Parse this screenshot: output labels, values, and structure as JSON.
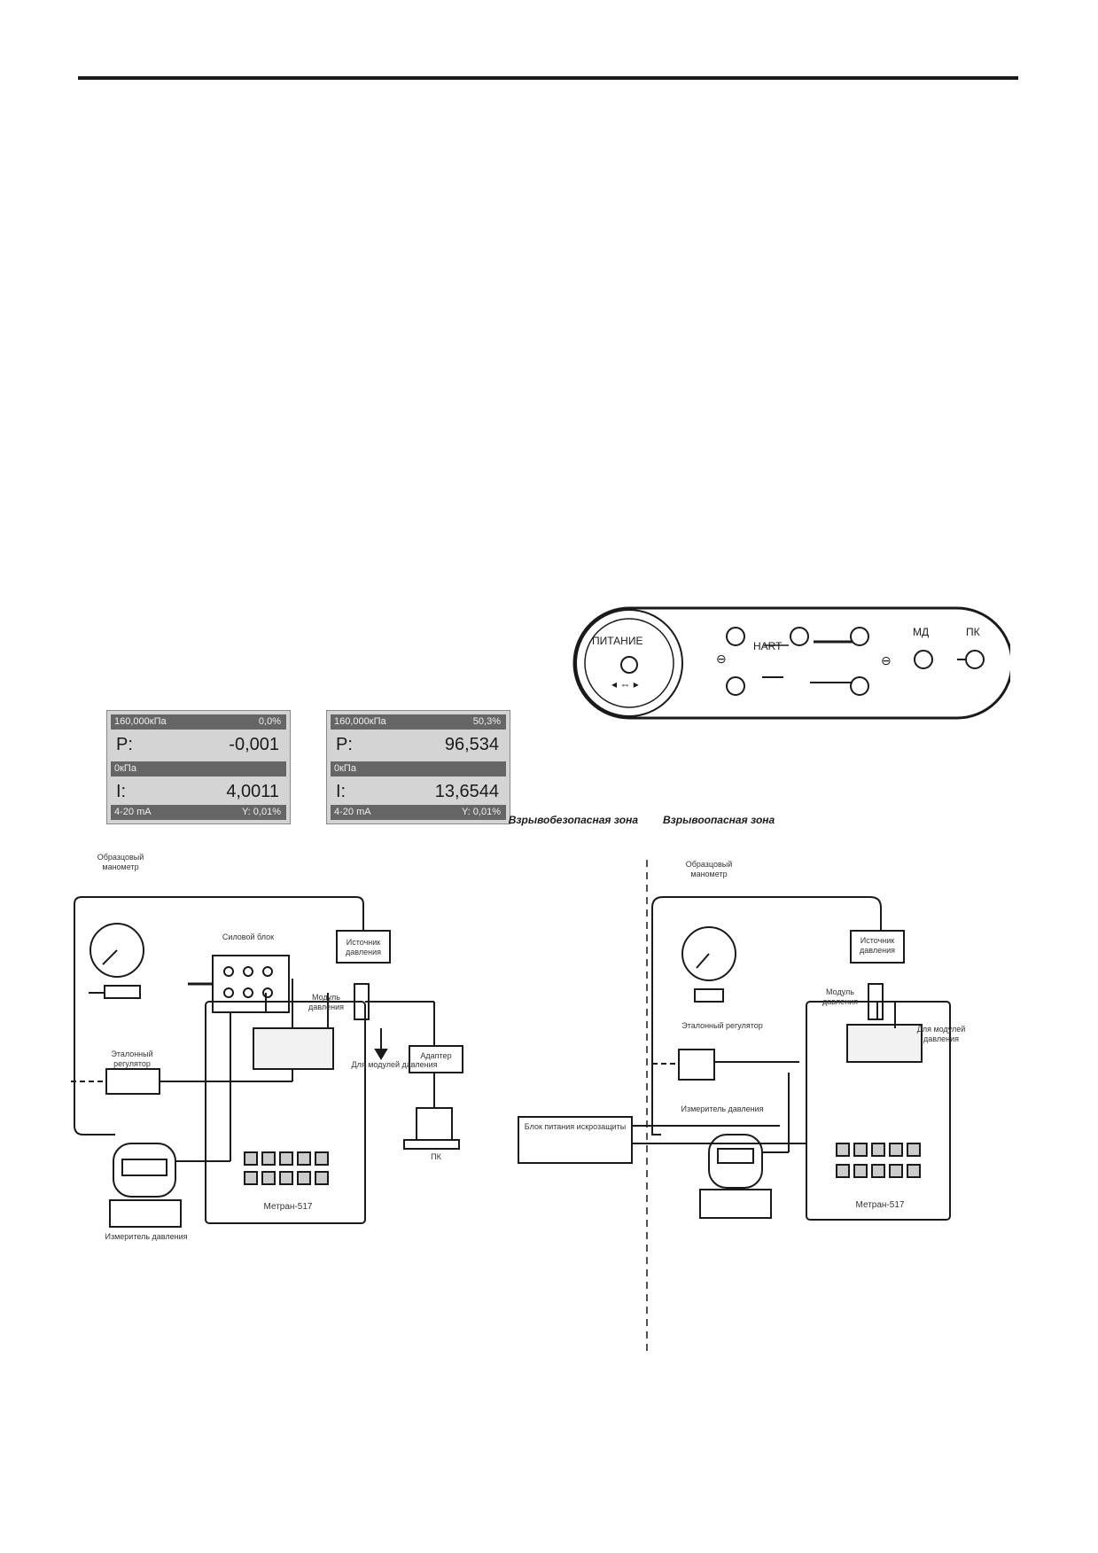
{
  "panel": {
    "power_label": "ПИТАНИЕ",
    "hart_label": "HART",
    "md_label": "МД",
    "pk_label": "ПК"
  },
  "lcd_left": {
    "range": "160,000кПа",
    "percent": "0,0%",
    "p_label": "P:",
    "p_value": "-0,001",
    "zero": "0кПа",
    "i_label": "I:",
    "i_value": "4,0011",
    "mode": "4-20 mA",
    "y": "Y:  0,01%"
  },
  "lcd_right": {
    "range": "160,000кПа",
    "percent": "50,3%",
    "p_label": "P:",
    "p_value": "96,534",
    "zero": "0кПа",
    "i_label": "I:",
    "i_value": "13,6544",
    "mode": "4-20 mA",
    "y": "Y:  0,01%"
  },
  "zones": {
    "safe": "Взрывобезопасная зона",
    "hazard": "Взрывоопасная зона"
  },
  "left_diagram": {
    "manometer": "Образцовый манометр",
    "switch_block": "Силовой блок",
    "source": "Источник давления",
    "module": "Модуль давления",
    "arrow_note": "Для модулей давления",
    "regulator": "Эталонный регулятор",
    "sensor": "Измеритель давления",
    "device": "Метран-517",
    "adapter": "Адаптер",
    "pc": "ПК"
  },
  "right_diagram": {
    "manometer": "Образцовый манометр",
    "source": "Источник давления",
    "module": "Модуль давления",
    "arrow_note": "Для модулей давления",
    "regulator": "Эталонный регулятор",
    "sensor": "Измеритель давления",
    "barrier": "Блок питания искрозащиты",
    "device": "Метран-517"
  }
}
